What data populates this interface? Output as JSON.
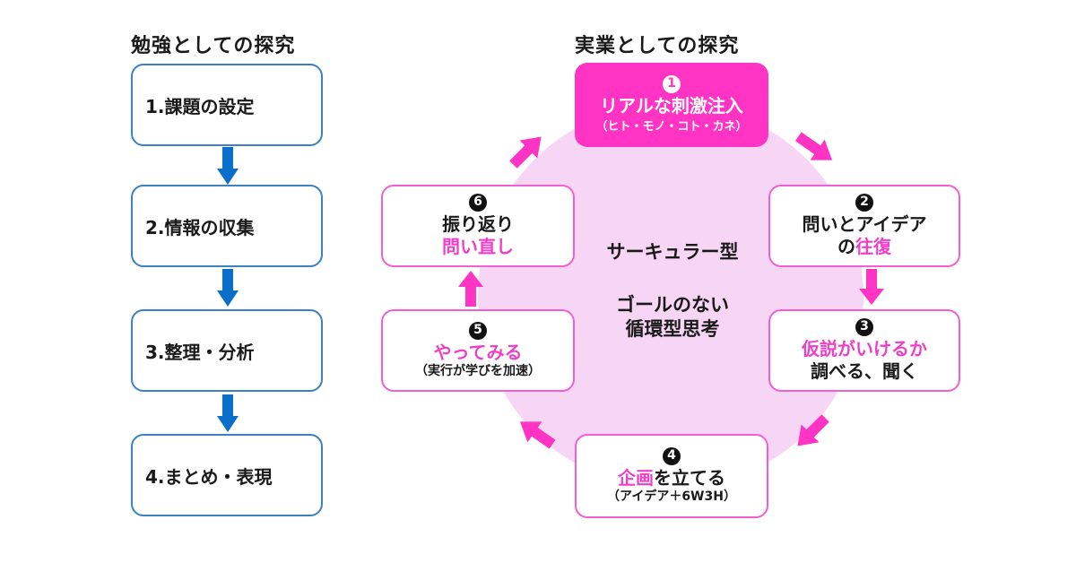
{
  "left": {
    "title": "勉強としての探究",
    "steps": [
      {
        "label": "1.課題の設定"
      },
      {
        "label": "2.情報の収集"
      },
      {
        "label": "3.整理・分析"
      },
      {
        "label": "4.まとめ・表現"
      }
    ],
    "arrow_color": "#0a6fc9",
    "border_color": "#3b82c4"
  },
  "right": {
    "title": "実業としての探究",
    "center": {
      "line1": "サーキュラー型",
      "line2": "ゴールのない",
      "line3": "循環型思考"
    },
    "steps": [
      {
        "num": "1",
        "main": "リアルな刺激注入",
        "sub": "（ヒト・モノ・コト・カネ）"
      },
      {
        "num": "2",
        "line1": "問いとアイデア",
        "line2_plain": "の",
        "line2_pink": "往復"
      },
      {
        "num": "3",
        "line1_pink": "仮説がいけるか",
        "line2": "調べる、聞く"
      },
      {
        "num": "4",
        "main_pink": "企画",
        "main_plain": "を立てる",
        "sub": "（アイデア＋6W3H）"
      },
      {
        "num": "5",
        "main_pink": "やってみる",
        "sub": "（実行が学びを加速）"
      },
      {
        "num": "6",
        "line1": "振り返り",
        "line2_pink": "問い直し"
      }
    ],
    "accent_color": "#ff33c4",
    "circle_color": "#f6d6f4"
  }
}
